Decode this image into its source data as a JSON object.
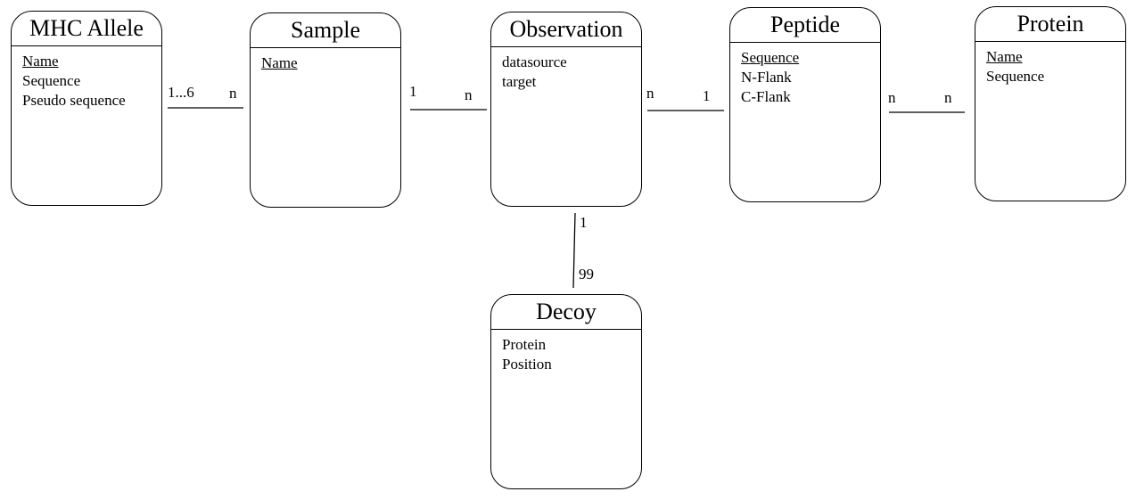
{
  "entities": {
    "mhc_allele": {
      "name": "MHC Allele",
      "attributes": [
        {
          "text": "Name",
          "key": true
        },
        {
          "text": "Sequence",
          "key": false
        },
        {
          "text": "Pseudo sequence",
          "key": false
        }
      ]
    },
    "sample": {
      "name": "Sample",
      "attributes": [
        {
          "text": "Name",
          "key": true
        }
      ]
    },
    "observation": {
      "name": "Observation",
      "attributes": [
        {
          "text": "datasource",
          "key": false
        },
        {
          "text": "target",
          "key": false
        }
      ]
    },
    "peptide": {
      "name": "Peptide",
      "attributes": [
        {
          "text": "Sequence",
          "key": true
        },
        {
          "text": "N-Flank",
          "key": false
        },
        {
          "text": "C-Flank",
          "key": false
        }
      ]
    },
    "protein": {
      "name": "Protein",
      "attributes": [
        {
          "text": "Name",
          "key": true
        },
        {
          "text": "Sequence",
          "key": false
        }
      ]
    },
    "decoy": {
      "name": "Decoy",
      "attributes": [
        {
          "text": "Protein",
          "key": false
        },
        {
          "text": "Position",
          "key": false
        }
      ]
    }
  },
  "relationships": [
    {
      "from": "MHC Allele",
      "to": "Sample",
      "from_cardinality": "1...6",
      "to_cardinality": "n"
    },
    {
      "from": "Sample",
      "to": "Observation",
      "from_cardinality": "1",
      "to_cardinality": "n"
    },
    {
      "from": "Observation",
      "to": "Peptide",
      "from_cardinality": "n",
      "to_cardinality": "1"
    },
    {
      "from": "Peptide",
      "to": "Protein",
      "from_cardinality": "n",
      "to_cardinality": "n"
    },
    {
      "from": "Observation",
      "to": "Decoy",
      "from_cardinality": "1",
      "to_cardinality": "99"
    }
  ]
}
